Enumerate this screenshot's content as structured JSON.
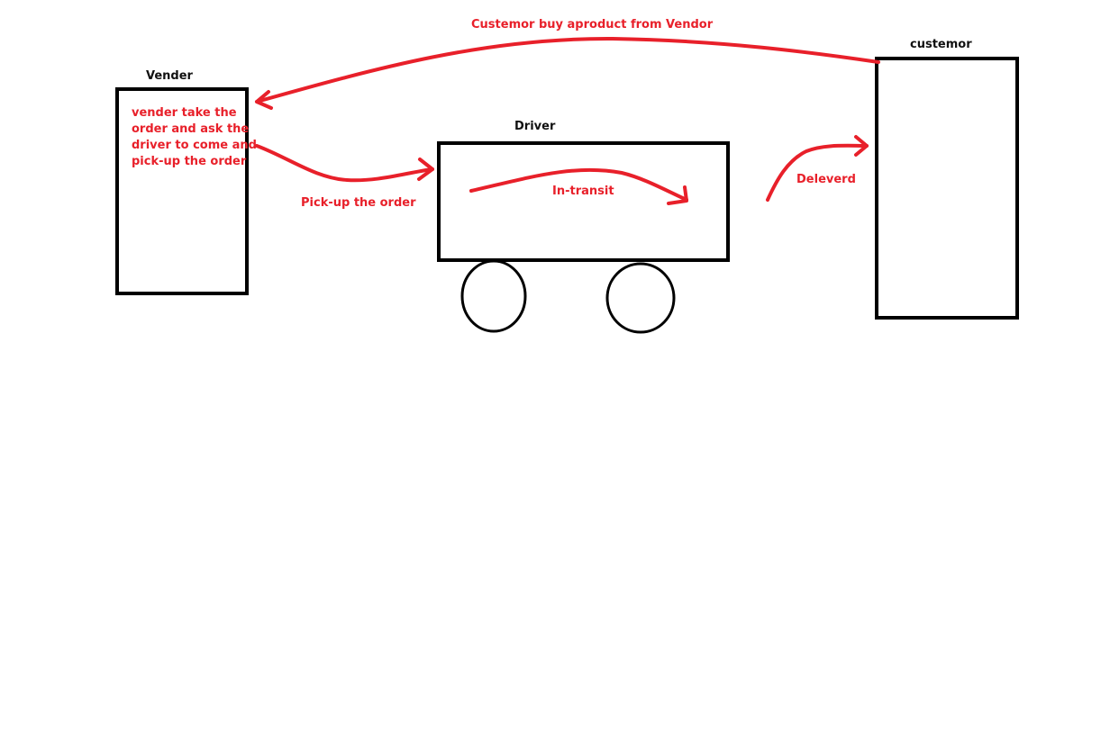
{
  "nodes": {
    "vendor": {
      "title": "Vender",
      "desc_lines": [
        "vender take the",
        "order and ask the",
        "driver to come and",
        "pick-up the order"
      ]
    },
    "driver": {
      "title": "Driver",
      "inner_label": "In-transit"
    },
    "customer": {
      "title": "custemor"
    }
  },
  "edges": {
    "customer_to_vendor": "Custemor buy aproduct from Vendor",
    "vendor_to_driver": "Pick-up the order",
    "driver_to_customer": "Deleverd"
  },
  "colors": {
    "arrow": "#e8202a",
    "outline": "#000000",
    "background": "#ffffff"
  }
}
